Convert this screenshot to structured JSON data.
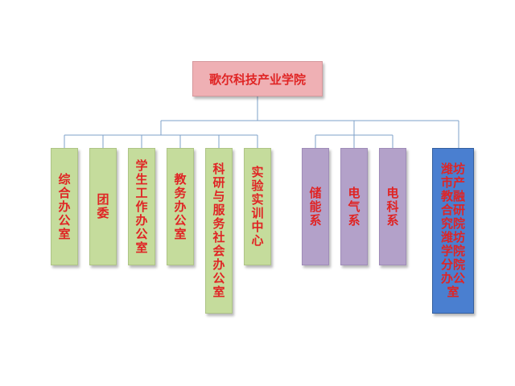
{
  "root": {
    "label": "歌尔科技产业学院"
  },
  "colors": {
    "green": "#c5dc9c",
    "purple": "#b3a1c9",
    "blue": "#4a7fd0",
    "pink": "#efb0b4",
    "text": "#e02424",
    "connector": "#7da0c8"
  },
  "units": [
    {
      "label": "综合办公室"
    },
    {
      "label": "团委"
    },
    {
      "label": "学生工作办公室"
    },
    {
      "label": "教务办公室"
    },
    {
      "label": "科研与服务社会办公室"
    },
    {
      "label": "实验实训中心"
    },
    {
      "label": "储能系"
    },
    {
      "label": "电气系"
    },
    {
      "label": "电科系"
    },
    {
      "label": "潍坊市产教融合研究院潍坊学院分院办公室"
    }
  ]
}
